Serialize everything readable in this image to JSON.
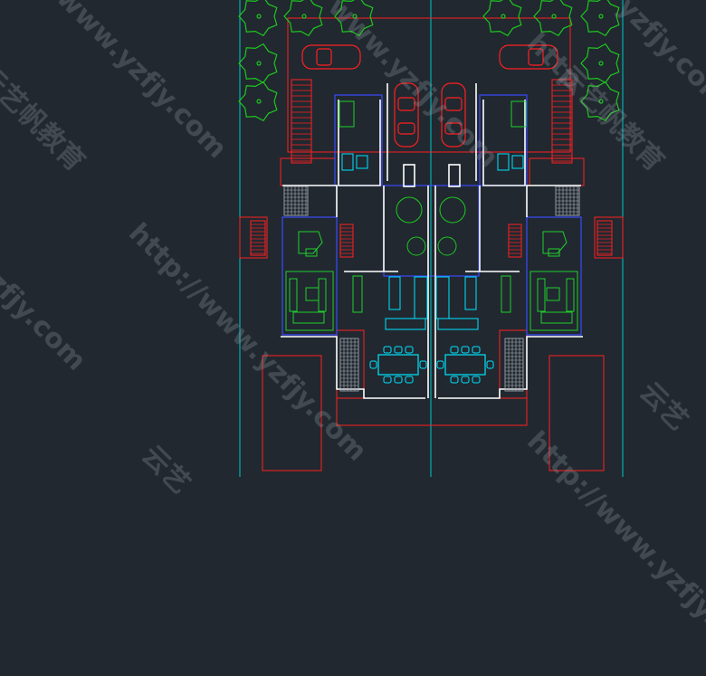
{
  "drawing": {
    "colors": {
      "background": "#212830",
      "wall": "#ffffff",
      "boundary": "#00c8c8",
      "red_line": "#ff2020",
      "blue_line": "#3a4bff",
      "green_line": "#1fd12a",
      "furniture": "#00e5ff",
      "tree": "#1ec81e",
      "hatch": "#b0b4bc",
      "cyan_line": "#30d8d8"
    },
    "icons": [
      "tree-icon",
      "car-icon",
      "piano-icon",
      "sofa-icon",
      "dining-table-icon",
      "toilet-icon",
      "stair-icon"
    ]
  },
  "watermarks": [
    "http://www.yzfjy.com",
    "www.yzfjy.com",
    "云艺帆教育",
    "yzfjy.com",
    "云艺帆教育",
    "http://www.yzfjy.com",
    "www.yzfjy.com",
    "yzfjy.com",
    "云艺",
    "http",
    "云艺"
  ]
}
